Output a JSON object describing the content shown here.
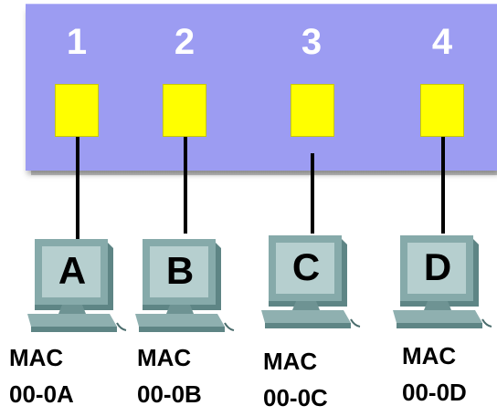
{
  "ports": [
    {
      "number": "1",
      "computer": "A",
      "mac_prefix": "MAC",
      "mac": "00-0A"
    },
    {
      "number": "2",
      "computer": "B",
      "mac_prefix": "MAC",
      "mac": "00-0B"
    },
    {
      "number": "3",
      "computer": "C",
      "mac_prefix": "MAC",
      "mac": "00-0C"
    },
    {
      "number": "4",
      "computer": "D",
      "mac_prefix": "MAC",
      "mac": "00-0D"
    }
  ],
  "colors": {
    "switch": "#9c9cf2",
    "port": "#ffff00",
    "cable": "#000000",
    "computer": "#7fa3a3"
  }
}
